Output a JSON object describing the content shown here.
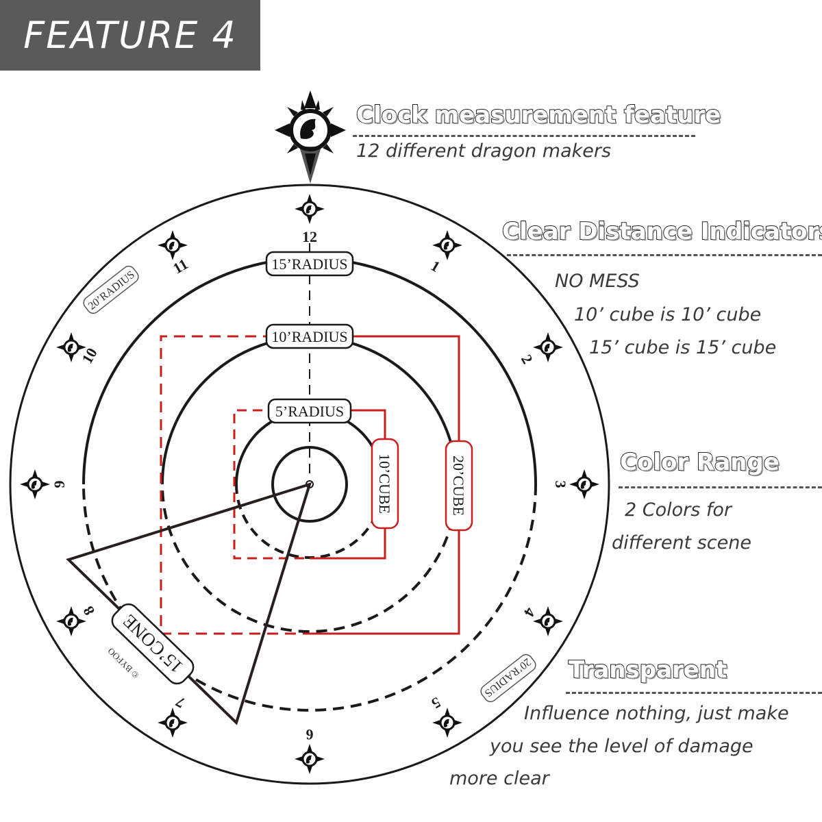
{
  "banner": {
    "title": "FEATURE 4"
  },
  "features": {
    "clock": {
      "title": "Clock measurement feature",
      "subtitle": "12 different dragon makers"
    },
    "distance": {
      "title": "Clear Distance Indicators",
      "lines": [
        "NO MESS",
        "10’ cube is 10’ cube",
        "15’ cube is 15’ cube"
      ]
    },
    "color": {
      "title": "Color Range",
      "lines": [
        "2 Colors for",
        "different scene"
      ]
    },
    "transparent": {
      "title": "Transparent",
      "lines": [
        "Influence nothing, just make",
        "you see the level of damage",
        "more clear"
      ]
    }
  },
  "template": {
    "radius_labels": {
      "r15": "15’RADIUS",
      "r10": "10’RADIUS",
      "r5": "5’RADIUS",
      "r20": "20’RADIUS"
    },
    "cube_labels": {
      "c10": "10’CUBE",
      "c20": "20’CUBE"
    },
    "cone_label": "15’CONE",
    "brand": "© BYFOO",
    "hours": [
      "12",
      "1",
      "2",
      "3",
      "4",
      "5",
      "6",
      "7",
      "8",
      "9",
      "10",
      "11"
    ]
  },
  "colors": {
    "red": "#c81e1e",
    "black": "#1a1a1a",
    "banner": "#5a5a5a"
  },
  "icons": {
    "dragon_marker": "dragon-compass-icon"
  }
}
